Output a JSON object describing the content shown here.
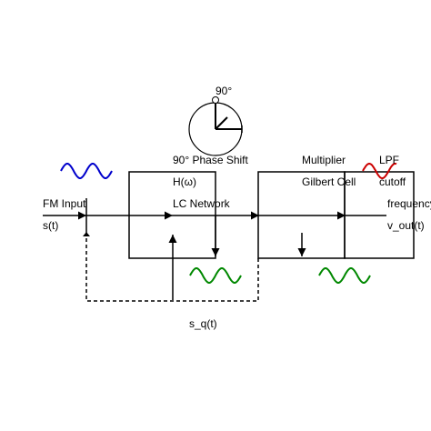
{
  "labels": {
    "phase_angle": "90°",
    "phase_shift": "90° Phase Shift",
    "transfer": "H(ω)",
    "lc_network": "LC Network",
    "multiplier": "Multiplier",
    "gilbert_cell": "Gilbert Cell",
    "lpf": "LPF",
    "cutoff": "cutoff",
    "frequency": "frequency",
    "fm_input": "FM Input",
    "s_t": "s(t)",
    "v_out": "v_out(t)",
    "s_q": "s_q(t)"
  },
  "colors": {
    "input_wave": "#0000cc",
    "output_wave": "#cc0000",
    "phase_wave": "#008800",
    "line": "#000000"
  }
}
